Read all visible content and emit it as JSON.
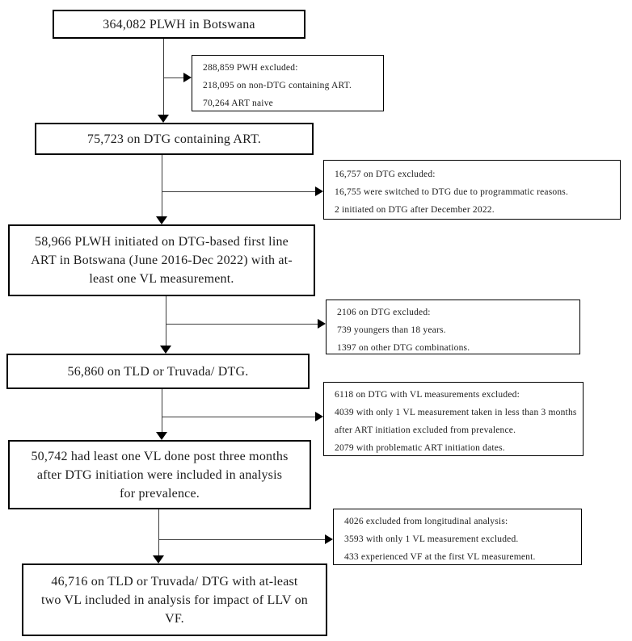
{
  "colors": {
    "background": "#ffffff",
    "box_border": "#000000",
    "text": "#1c1c1c",
    "connector_line": "#3c3c3c",
    "arrowhead": "#000000"
  },
  "main_boxes": [
    {
      "id": "total-plwh",
      "lines": [
        "364,082 PLWH in Botswana"
      ]
    },
    {
      "id": "dtg-art",
      "lines": [
        "75,723 on DTG containing ART."
      ]
    },
    {
      "id": "dtg-initiated",
      "lines": [
        "58,966 PLWH initiated on DTG-based first line",
        "ART in Botswana (June 2016-Dec 2022) with at-",
        "least one VL measurement."
      ]
    },
    {
      "id": "tld-truvada",
      "lines": [
        "56,860 on TLD or Truvada/ DTG."
      ]
    },
    {
      "id": "prevalence-analysis",
      "lines": [
        "50,742 had least one VL done post three months",
        "after DTG initiation were included in analysis",
        "for prevalence."
      ]
    },
    {
      "id": "final-analysis",
      "lines": [
        "46,716 on TLD or Truvada/ DTG with at-least",
        "two VL included in analysis for impact of LLV on",
        "VF."
      ]
    }
  ],
  "exclusion_boxes": [
    {
      "id": "excluded-pwh",
      "lines": [
        "288,859 PWH excluded:",
        "218,095 on non-DTG containing ART.",
        "70,264 ART naive"
      ]
    },
    {
      "id": "excluded-dtg-switch",
      "lines": [
        "16,757 on DTG excluded:",
        "16,755 were switched to DTG due to programmatic reasons.",
        "2 initiated on DTG after December 2022."
      ]
    },
    {
      "id": "excluded-dtg-combinations",
      "lines": [
        "2106 on DTG excluded:",
        "739 youngers than 18 years.",
        "1397 on other DTG combinations."
      ]
    },
    {
      "id": "excluded-vl-measurements",
      "lines": [
        "6118 on DTG with VL measurements excluded:",
        "4039 with only 1 VL measurement taken in less than 3 months",
        "after ART initiation excluded from prevalence.",
        "2079 with problematic ART initiation dates."
      ]
    },
    {
      "id": "excluded-longitudinal",
      "lines": [
        "4026 excluded from longitudinal analysis:",
        "3593 with only 1 VL measurement excluded.",
        "433 experienced VF at the first VL measurement."
      ]
    }
  ]
}
